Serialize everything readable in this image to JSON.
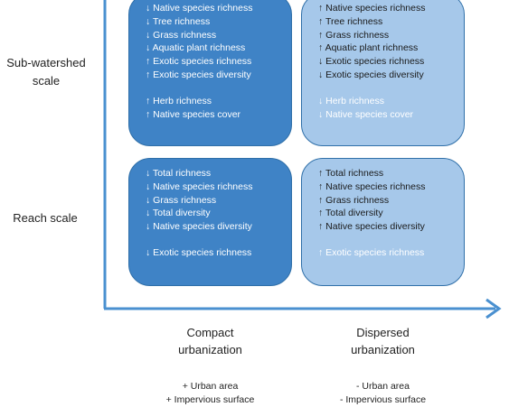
{
  "rows": {
    "subwatershed": {
      "line1": "Sub-watershed",
      "line2": "scale"
    },
    "reach": {
      "label": "Reach scale"
    }
  },
  "columns": {
    "compact": {
      "line1": "Compact",
      "line2": "urbanization",
      "desc1": "+ Urban area",
      "desc2": "+ Impervious surface"
    },
    "dispersed": {
      "line1": "Dispersed",
      "line2": "urbanization",
      "desc1": "- Urban area",
      "desc2": "- Impervious surface"
    }
  },
  "boxes": {
    "sub_compact": {
      "group1": [
        "↓ Native species richness",
        "↓ Tree richness",
        "↓ Grass richness",
        "↓ Aquatic plant richness",
        "↑ Exotic species richness",
        "↑ Exotic species diversity"
      ],
      "group2": [
        "↑ Herb richness",
        "↑ Native species cover"
      ]
    },
    "sub_dispersed": {
      "group1": [
        "↑ Native species richness",
        "↑ Tree richness",
        "↑ Grass richness",
        "↑ Aquatic plant richness",
        "↓ Exotic species richness",
        "↓ Exotic species diversity"
      ],
      "group2": [
        "↓ Herb richness",
        "↓ Native species cover"
      ]
    },
    "reach_compact": {
      "group1": [
        "↓ Total richness",
        "↓ Native species richness",
        "↓ Grass richness",
        "↓ Total diversity",
        "↓ Native species diversity"
      ],
      "group2": [
        "↓ Exotic species richness"
      ]
    },
    "reach_dispersed": {
      "group1": [
        "↑ Total richness",
        "↑ Native species richness",
        "↑ Grass richness",
        "↑ Total diversity",
        "↑ Native species diversity"
      ],
      "group2": [
        "↑ Exotic species richness"
      ]
    }
  },
  "colors": {
    "compact_fill": "#3f83c6",
    "dispersed_fill": "#a6c8ea",
    "axis": "#4a90d0"
  }
}
